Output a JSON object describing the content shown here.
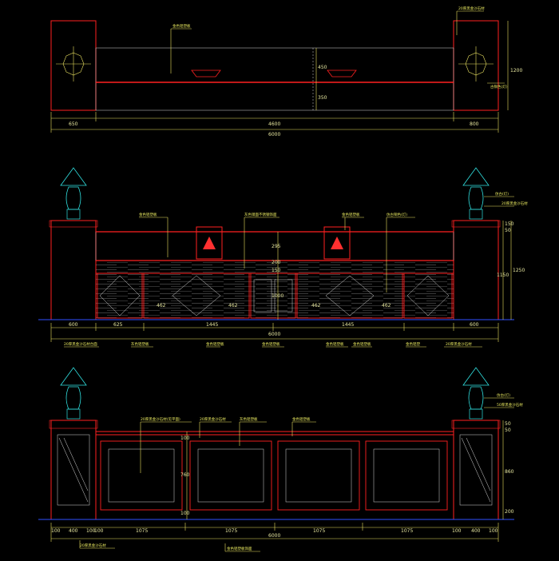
{
  "top": {
    "dims_bottom": [
      "650",
      "4600",
      "800"
    ],
    "dim_total": "6000",
    "dims_mid": [
      "450",
      "350"
    ],
    "dim_right": "1200",
    "notes": [
      "金色铝塑板",
      "20厚黑金沙石材",
      "古铜色(灯)"
    ]
  },
  "front": {
    "dims_bottom": [
      "600",
      "625",
      "1445",
      "1445",
      "600"
    ],
    "dim_total": "6000",
    "dims_inner": [
      "462",
      "462",
      "462",
      "462"
    ],
    "dims_right": [
      "150",
      "50",
      "1150",
      "1250"
    ],
    "dims_center": [
      "295",
      "200",
      "150",
      "1000"
    ],
    "notes_top": [
      "金色铝塑板",
      "灰色镜面不锈钢饰面",
      "金色铝塑板",
      "仿古铜色(灯)"
    ],
    "notes_right": [
      "仿古(灯)",
      "20厚黑金沙石材"
    ],
    "notes_bottom": [
      "20厚黑金沙石材台面",
      "灰色铝塑板",
      "金色铝塑板",
      "金色铝塑板",
      "金色铝塑板",
      "金色铝塑板",
      "金色铝塑",
      "20厚黑金沙石材"
    ]
  },
  "side": {
    "dims_bottom": [
      "100",
      "400",
      "100",
      "100",
      "1075",
      "1075",
      "1075",
      "1075",
      "100",
      "400",
      "100"
    ],
    "dim_total": "6000",
    "dims_right": [
      "50",
      "50",
      "860",
      "200"
    ],
    "dims_left": [
      "100",
      "760",
      "100"
    ],
    "notes_top": [
      "20厚黑金沙石材(见平面)",
      "20厚黑金沙石材",
      "灰色铝塑板",
      "金色铝塑板"
    ],
    "notes_right": [
      "仿古(灯)",
      "50厚黑金沙石材"
    ],
    "notes_bottom": [
      "20厚黑金沙石材",
      "金色铝塑板饰面"
    ]
  }
}
